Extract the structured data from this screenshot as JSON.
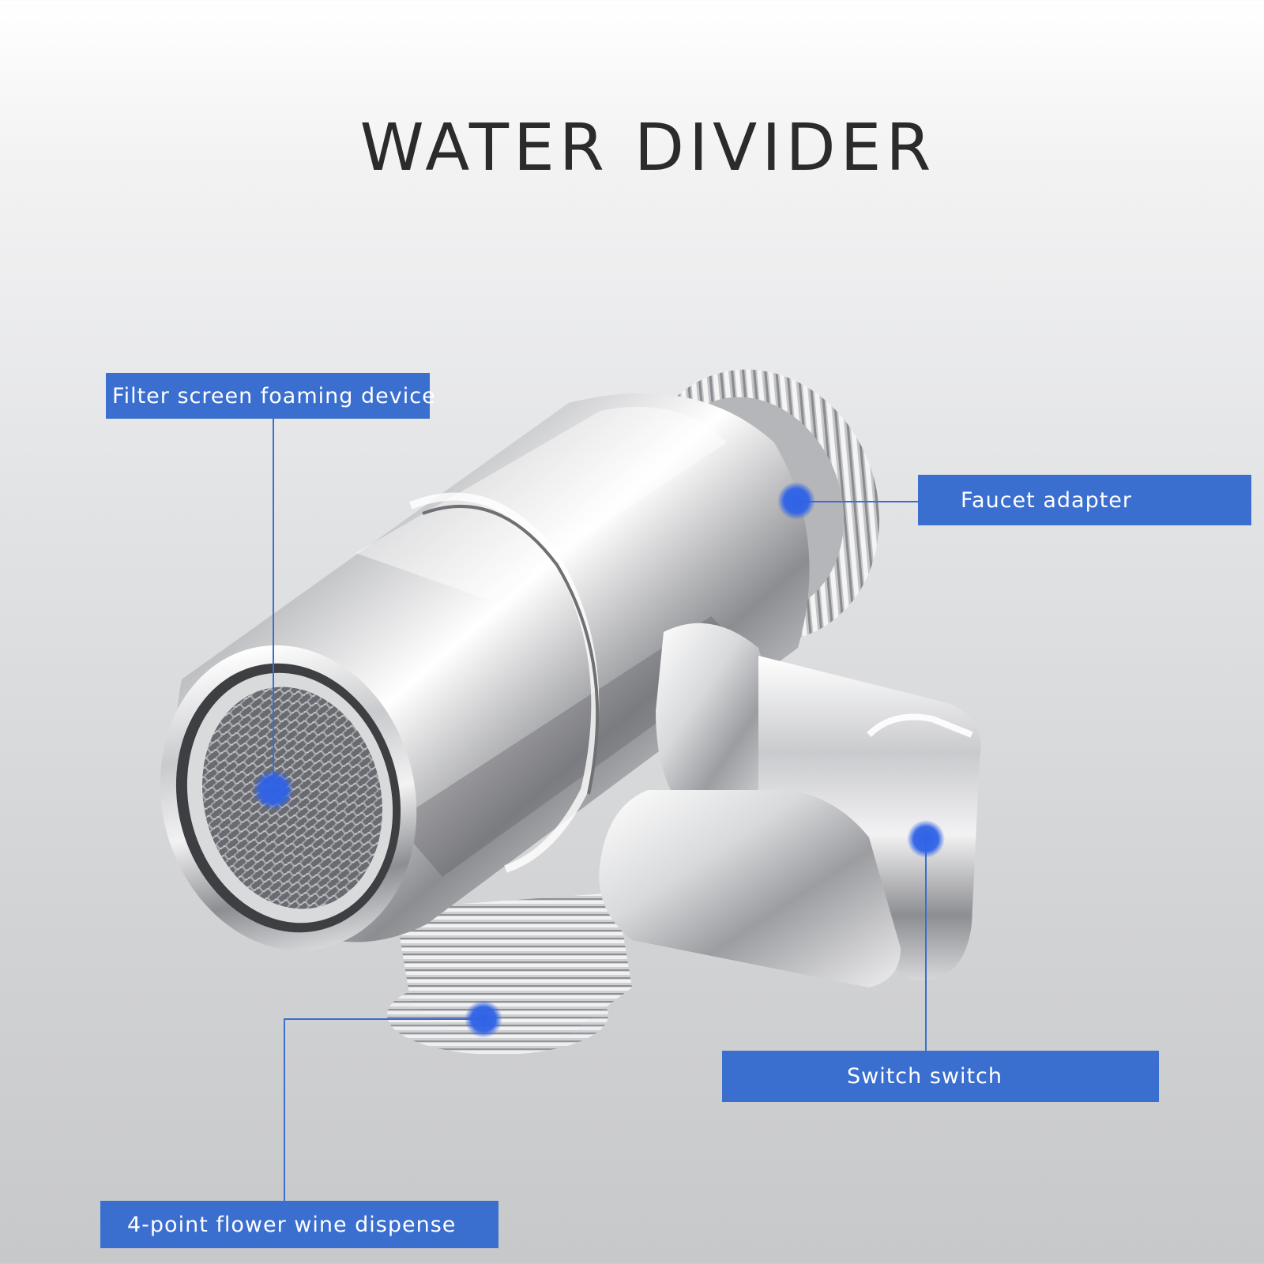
{
  "title": "WATER DIVIDER",
  "labels": {
    "filter": "Filter screen foaming device",
    "faucet": "Faucet adapter",
    "switch": "Switch switch",
    "flower": "4-point flower wine dispense"
  },
  "colors": {
    "label_bg": "#3a6ecf",
    "marker": "#2f62e6",
    "line": "#3a6ecf",
    "title": "#2b2b2b"
  }
}
